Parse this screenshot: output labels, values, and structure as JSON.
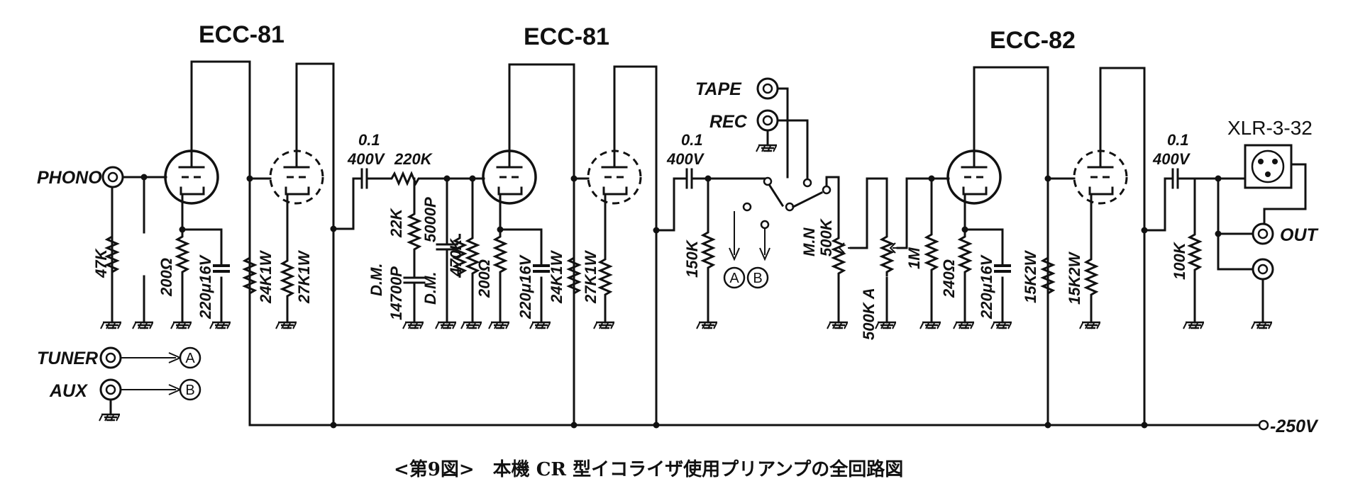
{
  "tubes": [
    {
      "label": "ECC-81"
    },
    {
      "label": "ECC-81"
    },
    {
      "label": "ECC-82"
    }
  ],
  "inputs": {
    "phono": "PHONO",
    "tuner": "TUNER",
    "aux": "AUX",
    "tape": "TAPE",
    "rec": "REC"
  },
  "outputs": {
    "out": "OUT",
    "xlr": "XLR-3-32",
    "supply": "-250V"
  },
  "markers": {
    "a": "A",
    "b": "B"
  },
  "components": {
    "r47k": "47K",
    "r200_1": "200Ω",
    "c220_1": "220μ16V",
    "r24k_1": "24K1W",
    "r27k_1": "27K1W",
    "c01_1": "0.1",
    "v400_1": "400V",
    "r220k": "220K",
    "r22k": "22K",
    "c5000p": "5000P",
    "dm1": "D.M.",
    "c14700p": "14700P",
    "dm2": "D.M.",
    "r470k": "470K",
    "r200_2": "200Ω",
    "c220_2": "220μ16V",
    "r24k_2": "24K1W",
    "r27k_2": "27K1W",
    "c01_2": "0.1",
    "v400_2": "400V",
    "r150k": "150K",
    "mn": "M.N",
    "p500k": "500K",
    "p500ka": "500K A",
    "r1m": "1M",
    "r240": "240Ω",
    "c220_3": "220μ16V",
    "r15k_1": "15K2W",
    "r15k_2": "15K2W",
    "c01_3": "0.1",
    "v400_3": "400V",
    "r100k": "100K"
  },
  "caption": "<第9図>　本機 CR 型イコライザ使用プリアンプの全回路図"
}
